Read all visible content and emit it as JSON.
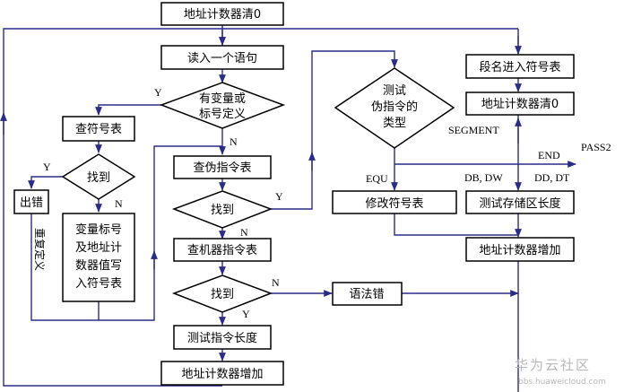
{
  "nodes": {
    "addr_clear_top": "地址计数器清0",
    "read_stmt": "读入一个语句",
    "has_var_line1": "有变量或",
    "has_var_line2": "标号定义",
    "lookup_symtab": "查符号表",
    "found1": "找到",
    "error_box": "出错",
    "write_line1": "变量标号",
    "write_line2": "及地址计",
    "write_line3": "数器值写",
    "write_line4": "入符号表",
    "lookup_pseudo": "查伪指令表",
    "found2": "找到",
    "lookup_machine": "查机器指令表",
    "found3": "找到",
    "syntax_error": "语法错",
    "test_instr_len": "测试指令长度",
    "addr_inc_mid": "地址计数器增加",
    "test_pseudo_line1": "测试",
    "test_pseudo_line2": "伪指令的",
    "test_pseudo_line3": "类型",
    "modify_symtab": "修改符号表",
    "seg_to_symtab": "段名进入符号表",
    "addr_clear_right": "地址计数器清0",
    "test_storage_len": "测试存储区长度",
    "addr_inc_right": "地址计数器增加"
  },
  "labels": {
    "y_has_var": "Y",
    "n_has_var": "N",
    "y_found1": "Y",
    "n_found1": "N",
    "dup_def": "重复定义",
    "y_found2": "Y",
    "n_found2": "N",
    "n_found3": "N",
    "y_found3": "Y",
    "segment": "SEGMENT",
    "end": "END",
    "pass2": "PASS2",
    "equ": "EQU",
    "db_dw": "DB, DW",
    "dd_dt": "DD, DT"
  },
  "watermark": {
    "cn": "华为云社区",
    "url": "bbs.huaweicloud.com"
  },
  "colors": {
    "line": "#2b2b8a",
    "box_border": "#000000",
    "watermark": "#b8b8b8"
  }
}
